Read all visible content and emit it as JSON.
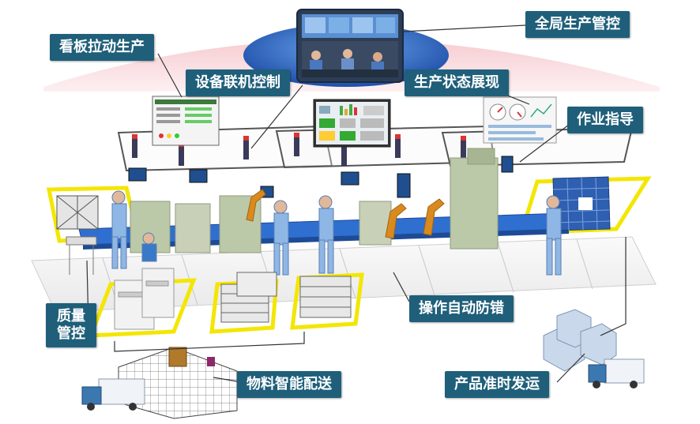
{
  "labels": {
    "kanban_pull": "看板拉动生产",
    "equipment_control": "设备联机控制",
    "status_display": "生产状态展现",
    "global_control": "全局生产管控",
    "work_guide": "作业指导",
    "quality_line1": "质量",
    "quality_line2": "管控",
    "auto_errorproof": "操作自动防错",
    "material_delivery": "物料智能配送",
    "on_time_shipping": "产品准时发运"
  },
  "colors": {
    "callout_bg": "#1f5f7a",
    "floor_zone": "#f3e600",
    "arch": "#f4c7cc",
    "dome": "#2f6fc8",
    "conveyor": "#2f6fd0",
    "station": "#bcc9a8",
    "worker": "#8fb7e6",
    "robot": "#d98a1f",
    "truck": "#3c78b0"
  }
}
